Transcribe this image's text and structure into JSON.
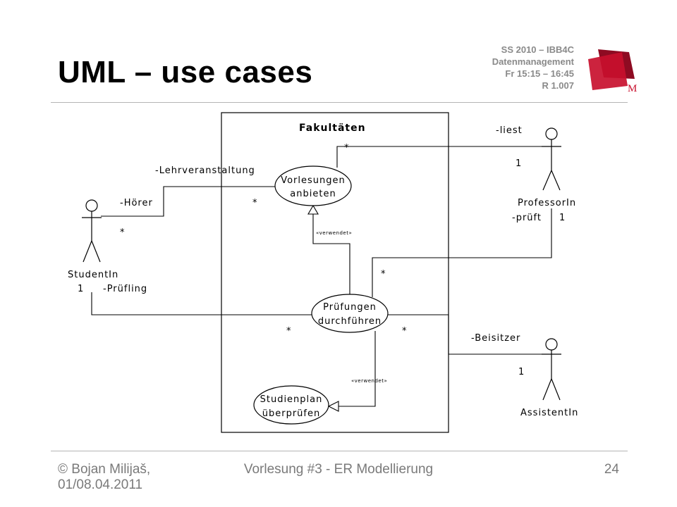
{
  "slide": {
    "title": "UML – use cases",
    "course": [
      "SS 2010 – IBB4C",
      "Datenmanagement",
      "Fr 15:15 – 16:45",
      "R 1.007"
    ],
    "logo_letter": "M",
    "footer": {
      "author_line1": "© Bojan Milijaš,",
      "author_line2": "01/08.04.2011",
      "lecture": "Vorlesung #3 - ER Modellierung",
      "page": "24"
    },
    "colors": {
      "logo_red": "#c8102e",
      "logo_dark": "#8e0b22",
      "gray_text": "#8a8a8a"
    }
  },
  "diagram": {
    "system_boundary": "Fakultäten",
    "actors": {
      "student": {
        "name": "StudentIn",
        "multiplicity": "1",
        "role": "-Prüfling"
      },
      "professor": {
        "name": "ProfessorIn",
        "multiplicity": "1",
        "role": "-prüft"
      },
      "assistant": {
        "name": "AssistentIn",
        "multiplicity": "1",
        "role": "-Beisitzer"
      }
    },
    "use_cases": {
      "lectures": [
        "Vorlesungen",
        "anbieten"
      ],
      "exams": [
        "Prüfungen",
        "durchführen"
      ],
      "curriculum": [
        "Studienplan",
        "überprüfen"
      ]
    },
    "labels": {
      "lehrveranstaltung": "-Lehrveranstaltung",
      "hoerer": "-Hörer",
      "liest": "-liest",
      "liest_multiplicity": "1",
      "verwendet": "«verwendet»"
    },
    "multiplicities": {
      "lectures_prof": "*",
      "lectures_student": "*",
      "student_lecture": "*",
      "exam_prof": "*",
      "exam_student": "*",
      "exam_assistant": "*"
    }
  }
}
